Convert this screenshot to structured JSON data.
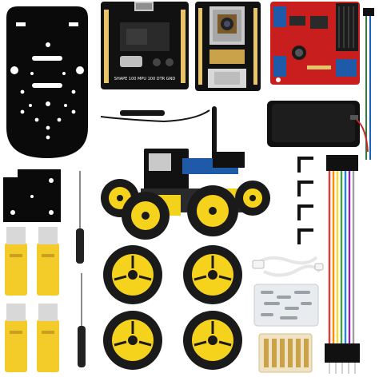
{
  "scene": {
    "kind": "product-kit-photo",
    "items": [
      {
        "name": "acrylic-chassis-plate",
        "color": "#0a0a0a"
      },
      {
        "name": "usb-programmer-board",
        "color": "#111111"
      },
      {
        "name": "camera-dev-board",
        "color": "#111111"
      },
      {
        "name": "motor-driver-board",
        "color": "#c81e1e"
      },
      {
        "name": "battery-box",
        "color": "#111111"
      },
      {
        "name": "wifi-antenna",
        "color": "#151515"
      },
      {
        "name": "assembled-robot-car",
        "color": "#f2d21a"
      },
      {
        "name": "small-acrylic-plate",
        "color": "#0a0a0a"
      },
      {
        "name": "screwdrivers",
        "color": "#222222"
      },
      {
        "name": "gear-motors",
        "color": "#f3cc2a"
      },
      {
        "name": "wheels",
        "color": "#f5d21c"
      },
      {
        "name": "usb-cable",
        "color": "#f4f4f4"
      },
      {
        "name": "screw-pack",
        "color": "#b8bcc2"
      },
      {
        "name": "copper-standoffs",
        "color": "#c9a24a"
      },
      {
        "name": "l-brackets",
        "color": "#111111"
      },
      {
        "name": "jumper-wires",
        "color": "#e53935"
      }
    ],
    "labels": {
      "usb_board_text": "SHAPE 100 MPU 100 DTR GND"
    }
  }
}
